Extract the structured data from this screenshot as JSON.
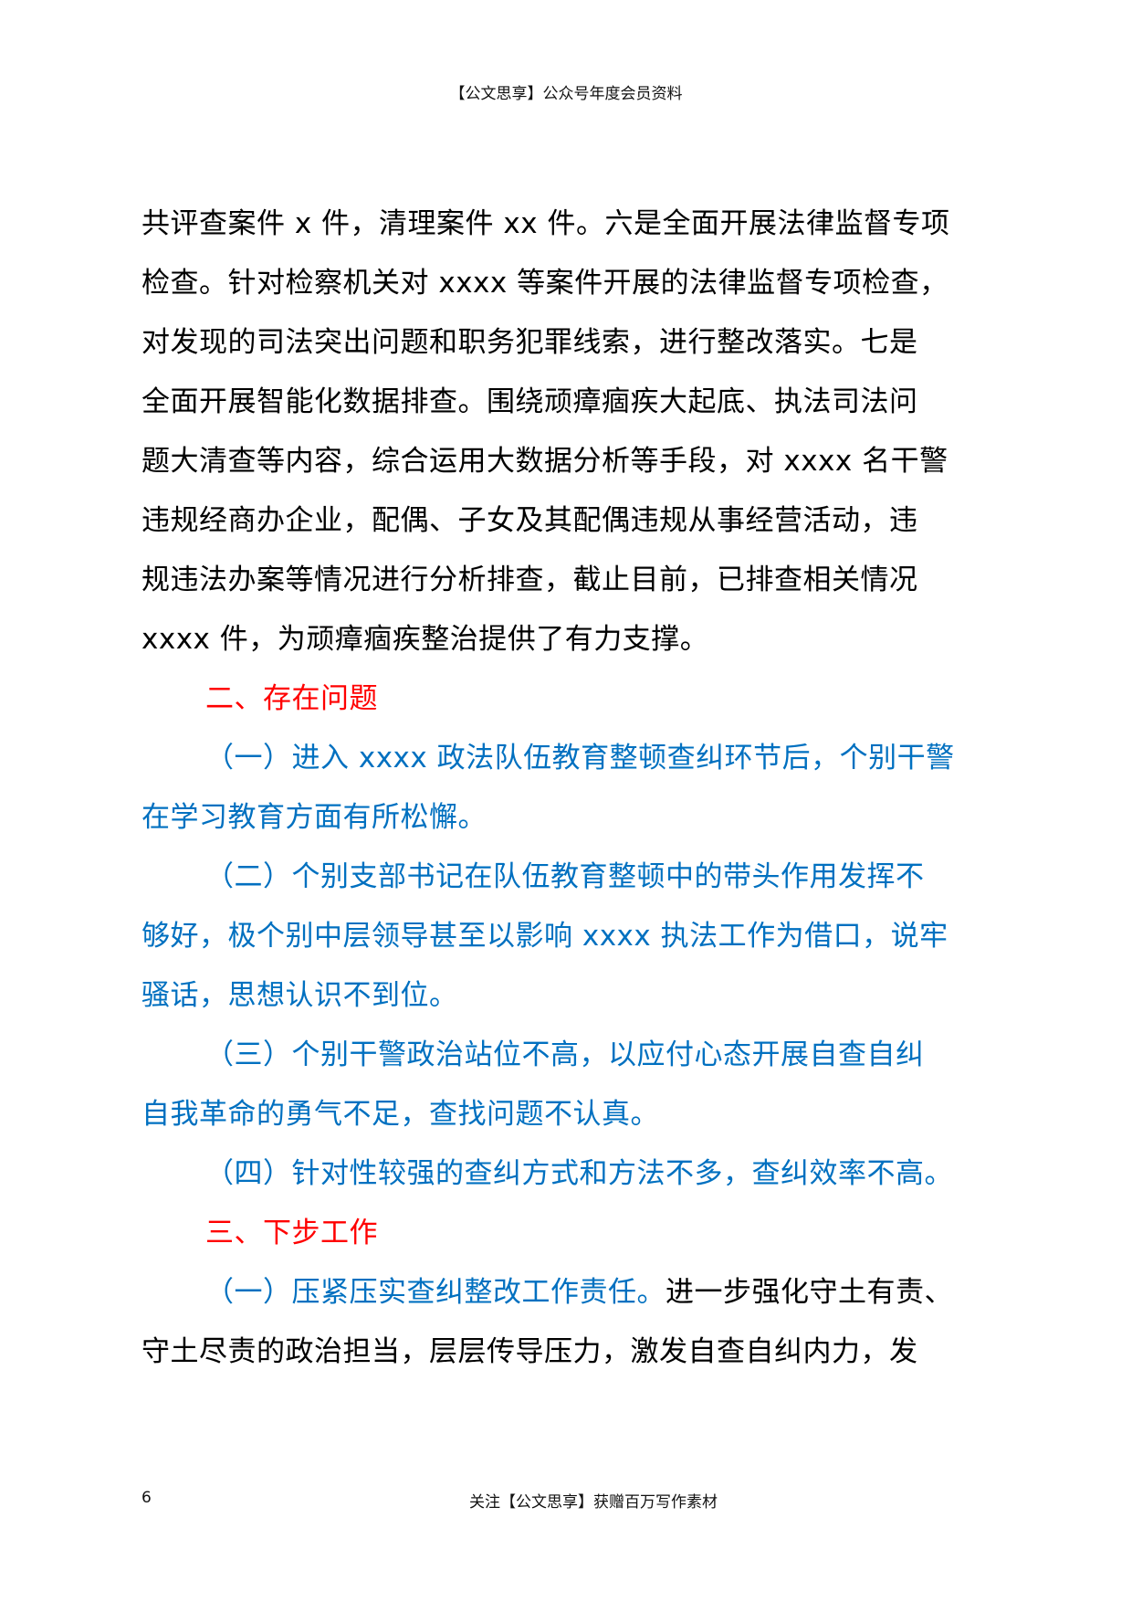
{
  "header": {
    "text": "【公文思享】公众号年度会员资料"
  },
  "colors": {
    "body": "#000000",
    "heading": "#ff0000",
    "subheading": "#0070c0"
  },
  "lines": [
    {
      "text": "共评查案件 x 件，清理案件 xx 件。六是全面开展法律监督专项",
      "color": "black",
      "indent": false
    },
    {
      "text": "检查。针对检察机关对 xxxx 等案件开展的法律监督专项检查，",
      "color": "black",
      "indent": false
    },
    {
      "text": "对发现的司法突出问题和职务犯罪线索，进行整改落实。七是",
      "color": "black",
      "indent": false
    },
    {
      "text": "全面开展智能化数据排查。围绕顽瘴痼疾大起底、执法司法问",
      "color": "black",
      "indent": false
    },
    {
      "text": "题大清查等内容，综合运用大数据分析等手段，对 xxxx 名干警",
      "color": "black",
      "indent": false
    },
    {
      "text": "违规经商办企业，配偶、子女及其配偶违规从事经营活动，违",
      "color": "black",
      "indent": false
    },
    {
      "text": "规违法办案等情况进行分析排查，截止目前，已排查相关情况",
      "color": "black",
      "indent": false
    },
    {
      "text": "xxxx 件，为顽瘴痼疾整治提供了有力支撑。",
      "color": "black",
      "indent": false
    },
    {
      "text": "二、存在问题",
      "color": "red",
      "indent": true
    },
    {
      "text": "（一）进入 xxxx 政法队伍教育整顿查纠环节后，个别干警",
      "color": "blue",
      "indent": true
    },
    {
      "text": "在学习教育方面有所松懈。",
      "color": "blue",
      "indent": false
    },
    {
      "text": "（二）个别支部书记在队伍教育整顿中的带头作用发挥不",
      "color": "blue",
      "indent": true
    },
    {
      "text": "够好，极个别中层领导甚至以影响 xxxx 执法工作为借口，说牢",
      "color": "blue",
      "indent": false
    },
    {
      "text": "骚话，思想认识不到位。",
      "color": "blue",
      "indent": false
    },
    {
      "text": "（三）个别干警政治站位不高，以应付心态开展自查自纠",
      "color": "blue",
      "indent": true
    },
    {
      "text": "自我革命的勇气不足，查找问题不认真。",
      "color": "blue",
      "indent": false
    },
    {
      "text": "（四）针对性较强的查纠方式和方法不多，查纠效率不高。",
      "color": "blue",
      "indent": true
    },
    {
      "text": "三、下步工作",
      "color": "red",
      "indent": true
    }
  ],
  "mixed_line": {
    "blue_part": "（一）压紧压实查纠整改工作责任。",
    "black_part": "进一步强化守土有责、"
  },
  "last_line": {
    "text": "守土尽责的政治担当，层层传导压力，激发自查自纠内力，发"
  },
  "footer": {
    "page_number": "6",
    "text": "关注【公文思享】获赠百万写作素材"
  }
}
